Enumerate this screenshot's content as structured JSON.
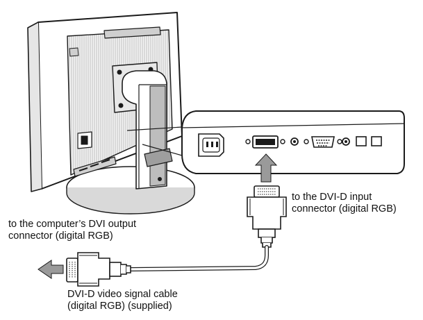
{
  "labels": {
    "dvi_input": {
      "line1": "to the DVI-D input",
      "line2": "connector (digital RGB)"
    },
    "computer_output": {
      "line1": "to the computer’s DVI output",
      "line2": "connector (digital RGB)"
    },
    "cable": {
      "line1": "DVI-D video signal cable",
      "line2": "(digital RGB) (supplied)"
    }
  },
  "colors": {
    "line": "#1a1a1a",
    "monitor_fill": "#f2f2f2",
    "panel_fill": "#ffffff",
    "stand_shade": "#bdbdbd",
    "arrow": "#9a9a9a"
  },
  "icons": [
    "monitor",
    "connector-panel",
    "dvi-plug",
    "arrow"
  ]
}
